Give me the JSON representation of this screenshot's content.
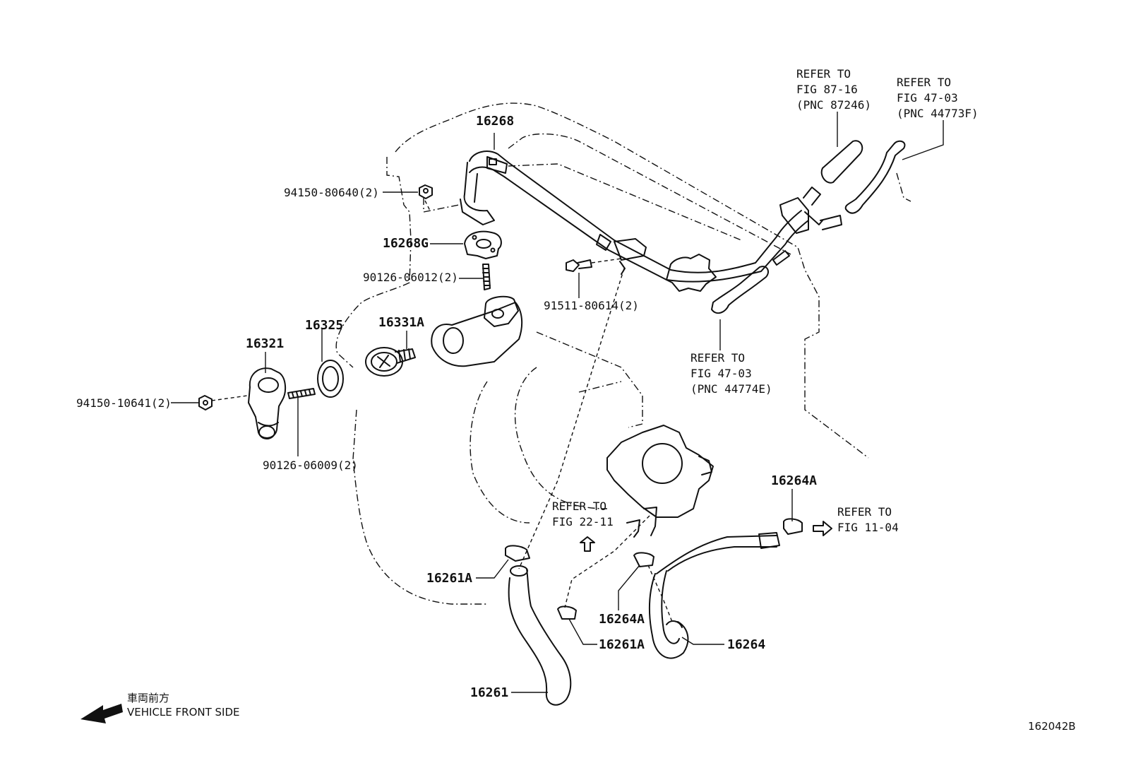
{
  "diagram": {
    "figure_id": "162042B",
    "front_note": {
      "jp": "車両前方",
      "en": "VEHICLE FRONT SIDE"
    },
    "parts": {
      "p16268": "16268",
      "p94150_80640": "94150-80640(2)",
      "p16268G": "16268G",
      "p90126_06012": "90126-06012(2)",
      "p91511_80614": "91511-80614(2)",
      "p16325": "16325",
      "p16331A": "16331A",
      "p16321": "16321",
      "p94150_10641": "94150-10641(2)",
      "p90126_06009": "90126-06009(2)",
      "p16264A_top": "16264A",
      "p16261A_left": "16261A",
      "p16264A_mid": "16264A",
      "p16261A_mid": "16261A",
      "p16264": "16264",
      "p16261": "16261"
    },
    "refs": {
      "ref1": [
        "REFER TO",
        "FIG 87-16",
        "(PNC 87246)"
      ],
      "ref2": [
        "REFER TO",
        "FIG 47-03",
        "(PNC 44773F)"
      ],
      "ref3": [
        "REFER TO",
        "FIG 47-03",
        "(PNC 44774E)"
      ],
      "ref4": [
        "REFER TO",
        "FIG 22-11"
      ],
      "ref5": [
        "REFER TO",
        "FIG 11-04"
      ]
    }
  }
}
